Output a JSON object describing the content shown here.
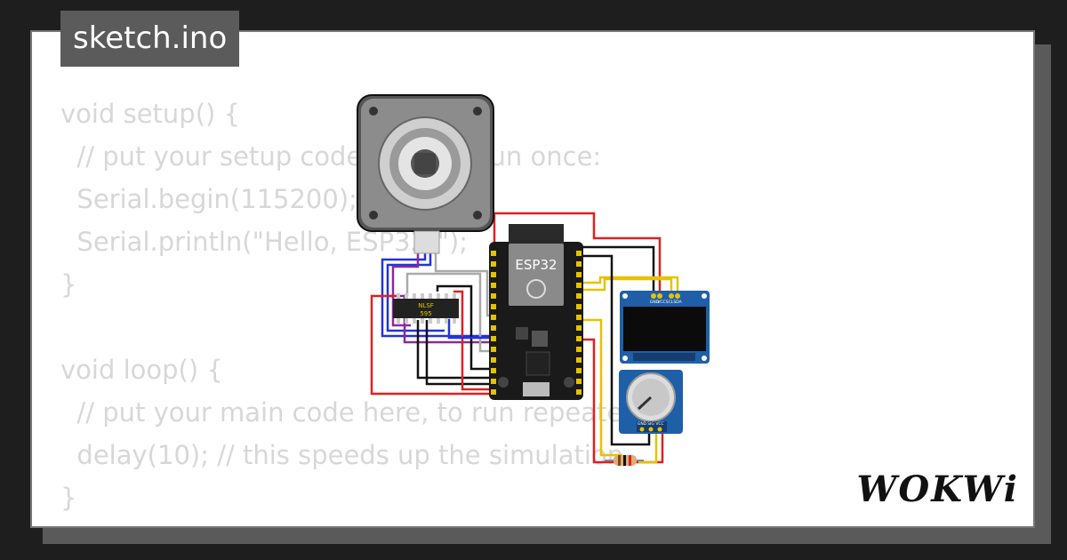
{
  "filename": "sketch.ino",
  "code_lines": [
    "void setup() {",
    "  // put your setup code here, to run once:",
    "  Serial.begin(115200);",
    "  Serial.println(\"Hello, ESP32!\");",
    "}",
    "",
    "void loop() {",
    "  // put your main code here, to run repeatedly:",
    "  delay(10); // this speeds up the simulation.",
    "}"
  ],
  "board_label": "ESP32",
  "shift_register_label_1": "NLSF",
  "shift_register_label_2": "595",
  "oled_pin_labels": [
    "GND",
    "VCC",
    "SCL",
    "SDA"
  ],
  "pot_pin_labels": [
    "GND",
    "SIG",
    "VCC"
  ],
  "logo_text": "WOKWi",
  "colors": {
    "page_bg": "#1e1e1e",
    "card_bg": "#ffffff",
    "code_text": "#d7d7d7",
    "tab_bg": "#5b5b5b",
    "wire_red": "#e02020",
    "wire_black": "#111111",
    "wire_blue": "#2233dd",
    "wire_purple": "#8a2a9a",
    "wire_gray": "#aaaaaa",
    "wire_yellow": "#e6c200",
    "pcb_blue": "#1f5fa8",
    "board_black": "#1a1a1a"
  },
  "icons": [
    "stepper-motor-icon",
    "esp32-board-icon",
    "shift-register-icon",
    "oled-display-icon",
    "potentiometer-icon",
    "resistor-icon"
  ]
}
